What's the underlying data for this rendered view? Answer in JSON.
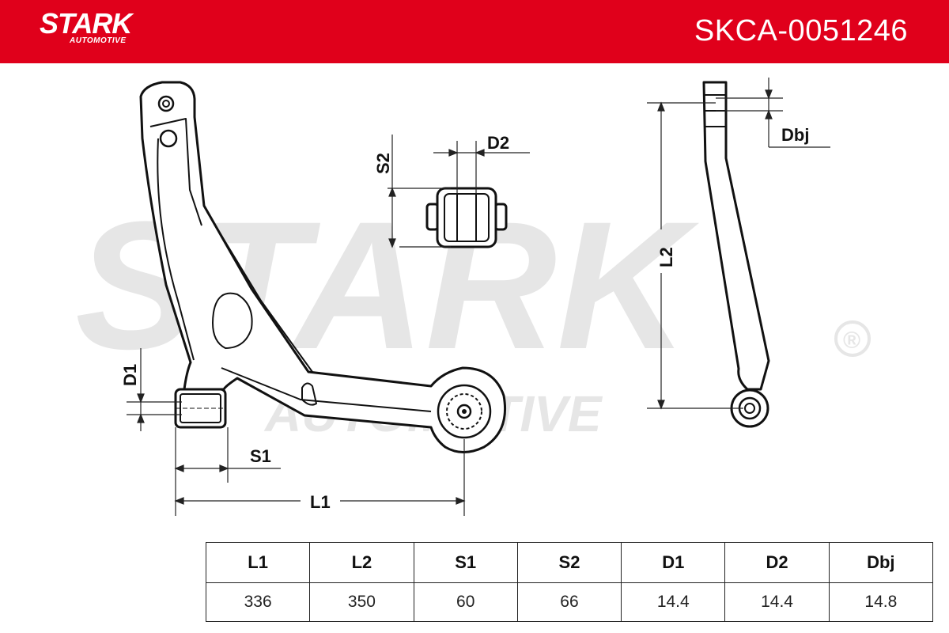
{
  "header": {
    "brand": "STARK",
    "brand_sub": "AUTOMOTIVE",
    "registered_mark": "®",
    "part_number": "SKCA-0051246",
    "bg_color": "#e0001b"
  },
  "watermark": {
    "word": "STARK",
    "sub": "AUTOMOTIVE",
    "mark": "®"
  },
  "dimensions": {
    "L1": "L1",
    "L2": "L2",
    "S1": "S1",
    "S2": "S2",
    "D1": "D1",
    "D2": "D2",
    "Dbj": "Dbj"
  },
  "specs": {
    "headers": [
      "L1",
      "L2",
      "S1",
      "S2",
      "D1",
      "D2",
      "Dbj"
    ],
    "values": [
      "336",
      "350",
      "60",
      "66",
      "14.4",
      "14.4",
      "14.8"
    ]
  }
}
